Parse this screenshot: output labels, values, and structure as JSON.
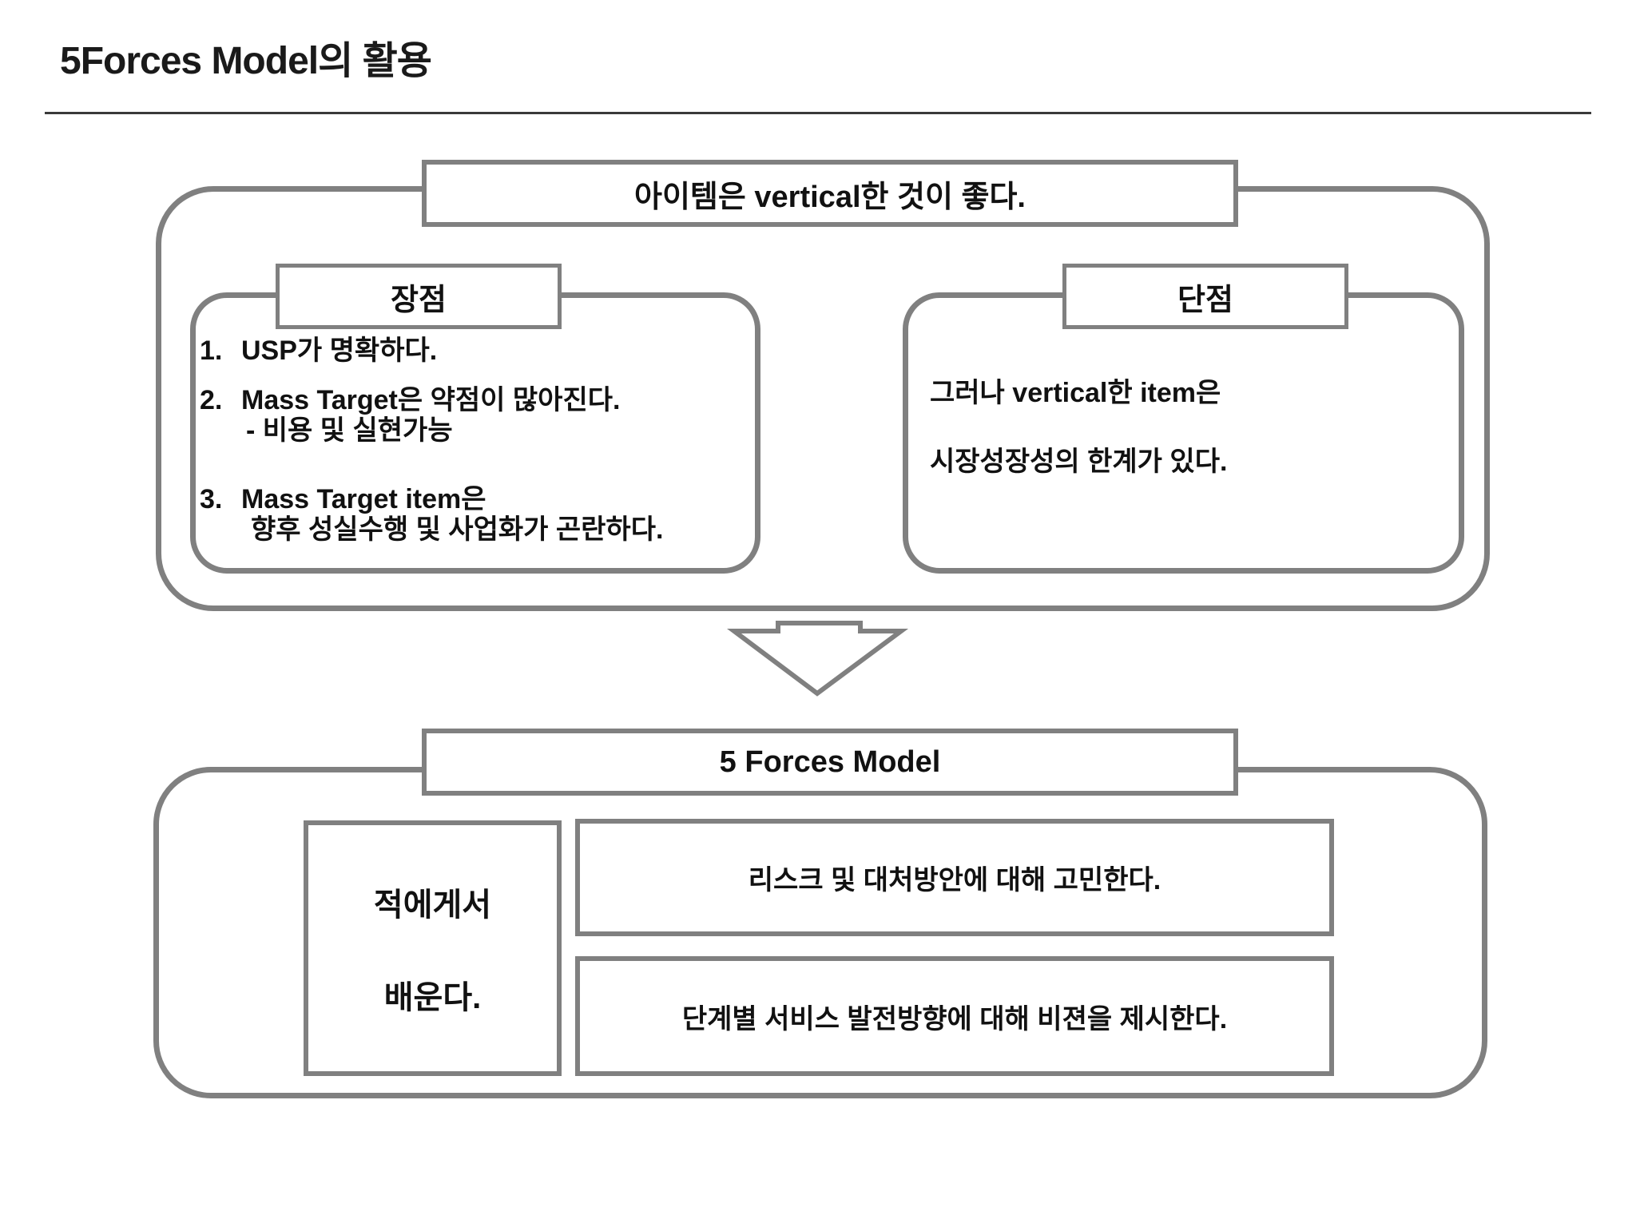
{
  "slide": {
    "title": "5Forces Model의 활용"
  },
  "top_group": {
    "title": "아이템은 vertical한 것이 좋다.",
    "pros": {
      "header": "장점",
      "items": [
        {
          "num": "1.",
          "lines": [
            "USP가 명확하다."
          ]
        },
        {
          "num": "2.",
          "lines": [
            "Mass Target은 약점이 많아진다.",
            "- 비용 및 실현가능"
          ]
        },
        {
          "num": "3.",
          "lines": [
            "Mass Target item은",
            "향후 성실수행 및 사업화가 곤란하다."
          ]
        }
      ]
    },
    "cons": {
      "header": "단점",
      "lines": [
        "그러나 vertical한 item은",
        "시장성장성의 한계가 있다."
      ]
    }
  },
  "bottom_group": {
    "title": "5 Forces Model",
    "learn_box_lines": [
      "적에게서",
      "배운다."
    ],
    "right_boxes": [
      "리스크 및 대처방안에 대해 고민한다.",
      "단계별 서비스 발전방향에 대해 비젼을 제시한다."
    ]
  },
  "icons": {
    "down_arrow": "down-arrow"
  },
  "colors": {
    "background": "#ffffff",
    "outline_gray": "#808080",
    "text_black": "#111111",
    "title_rule": "#3a3a3a"
  }
}
